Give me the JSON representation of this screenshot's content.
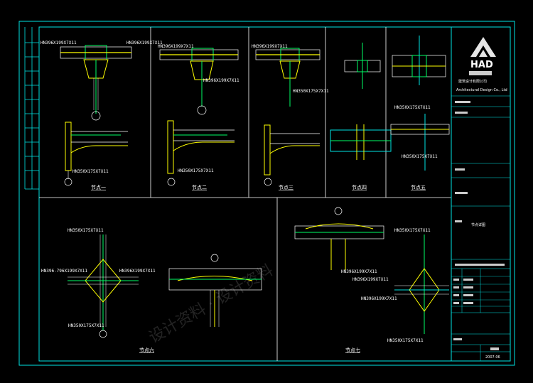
{
  "title_block": {
    "logo_text": "HAD",
    "company_line_1": "建筑设计有限公司",
    "company_en_1": "Architectural Design Co., Ltd",
    "drawing_title": "节点详图",
    "date": "2007.06"
  },
  "nodes": [
    {
      "id": "node1",
      "title": "节点一",
      "labels": [
        "HN396X199X7X11",
        "HN396X199X7X11",
        "HN350X175X7X11"
      ]
    },
    {
      "id": "node2",
      "title": "节点二",
      "labels": [
        "HN396X199X7X11",
        "HN396X199X7X11",
        "HN350X175X7X11"
      ]
    },
    {
      "id": "node3",
      "title": "节点三",
      "labels": [
        "HN396X199X7X11",
        "HN350X175X7X11"
      ]
    },
    {
      "id": "node4",
      "title": "节点四",
      "labels": []
    },
    {
      "id": "node5",
      "title": "节点五",
      "labels": [
        "HN350X175X7X11",
        "HN350X175X7X11"
      ]
    },
    {
      "id": "node6",
      "title": "节点六",
      "labels": [
        "HN350X175X7X11",
        "HN396-796X199X7X11",
        "HN396X199X7X11",
        "HN350X175X7X11"
      ]
    },
    {
      "id": "node7",
      "title": "节点七",
      "labels": [
        "HN396X199X7X11",
        "HN396X199X7X11"
      ]
    },
    {
      "id": "node8",
      "title": "",
      "labels": [
        "HN350X175X7X11",
        "HN396X199X7X11",
        "HN350X175X7X11"
      ]
    }
  ],
  "colors": {
    "frame": "#00e5e5",
    "beam": "#ffff00",
    "plate": "#00ff66",
    "dimension": "#ffffff",
    "background": "#000000"
  }
}
